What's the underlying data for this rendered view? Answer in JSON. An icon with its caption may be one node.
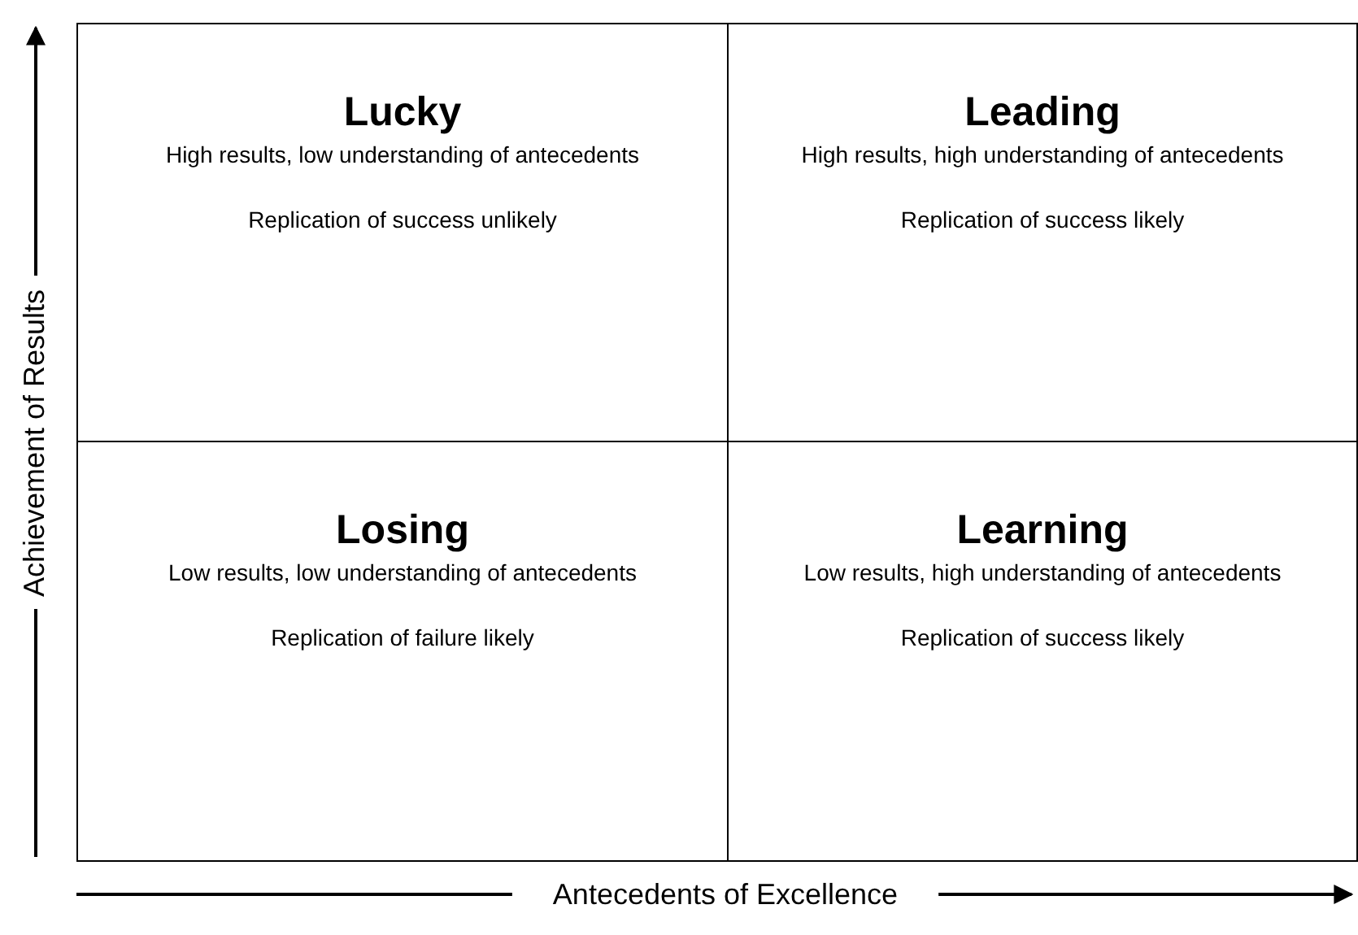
{
  "diagram": {
    "nodes": [
      {
        "text": [
          "Lucky",
          "High results, low understanding of antecedents",
          "Replication of success unlikely"
        ]
      },
      {
        "text": [
          "Leading",
          "High results, high understanding of antecedents",
          "Replication of success likely"
        ]
      },
      {
        "text": [
          "Losing",
          "Low results, low understanding of antecedents",
          "Replication of failure likely"
        ]
      },
      {
        "text": [
          "Learning",
          "Low results, high understanding of antecedents",
          "Replication of success likely"
        ]
      }
    ],
    "labels": [
      "Achievement of Results",
      "Antecedents of Excellence"
    ]
  }
}
